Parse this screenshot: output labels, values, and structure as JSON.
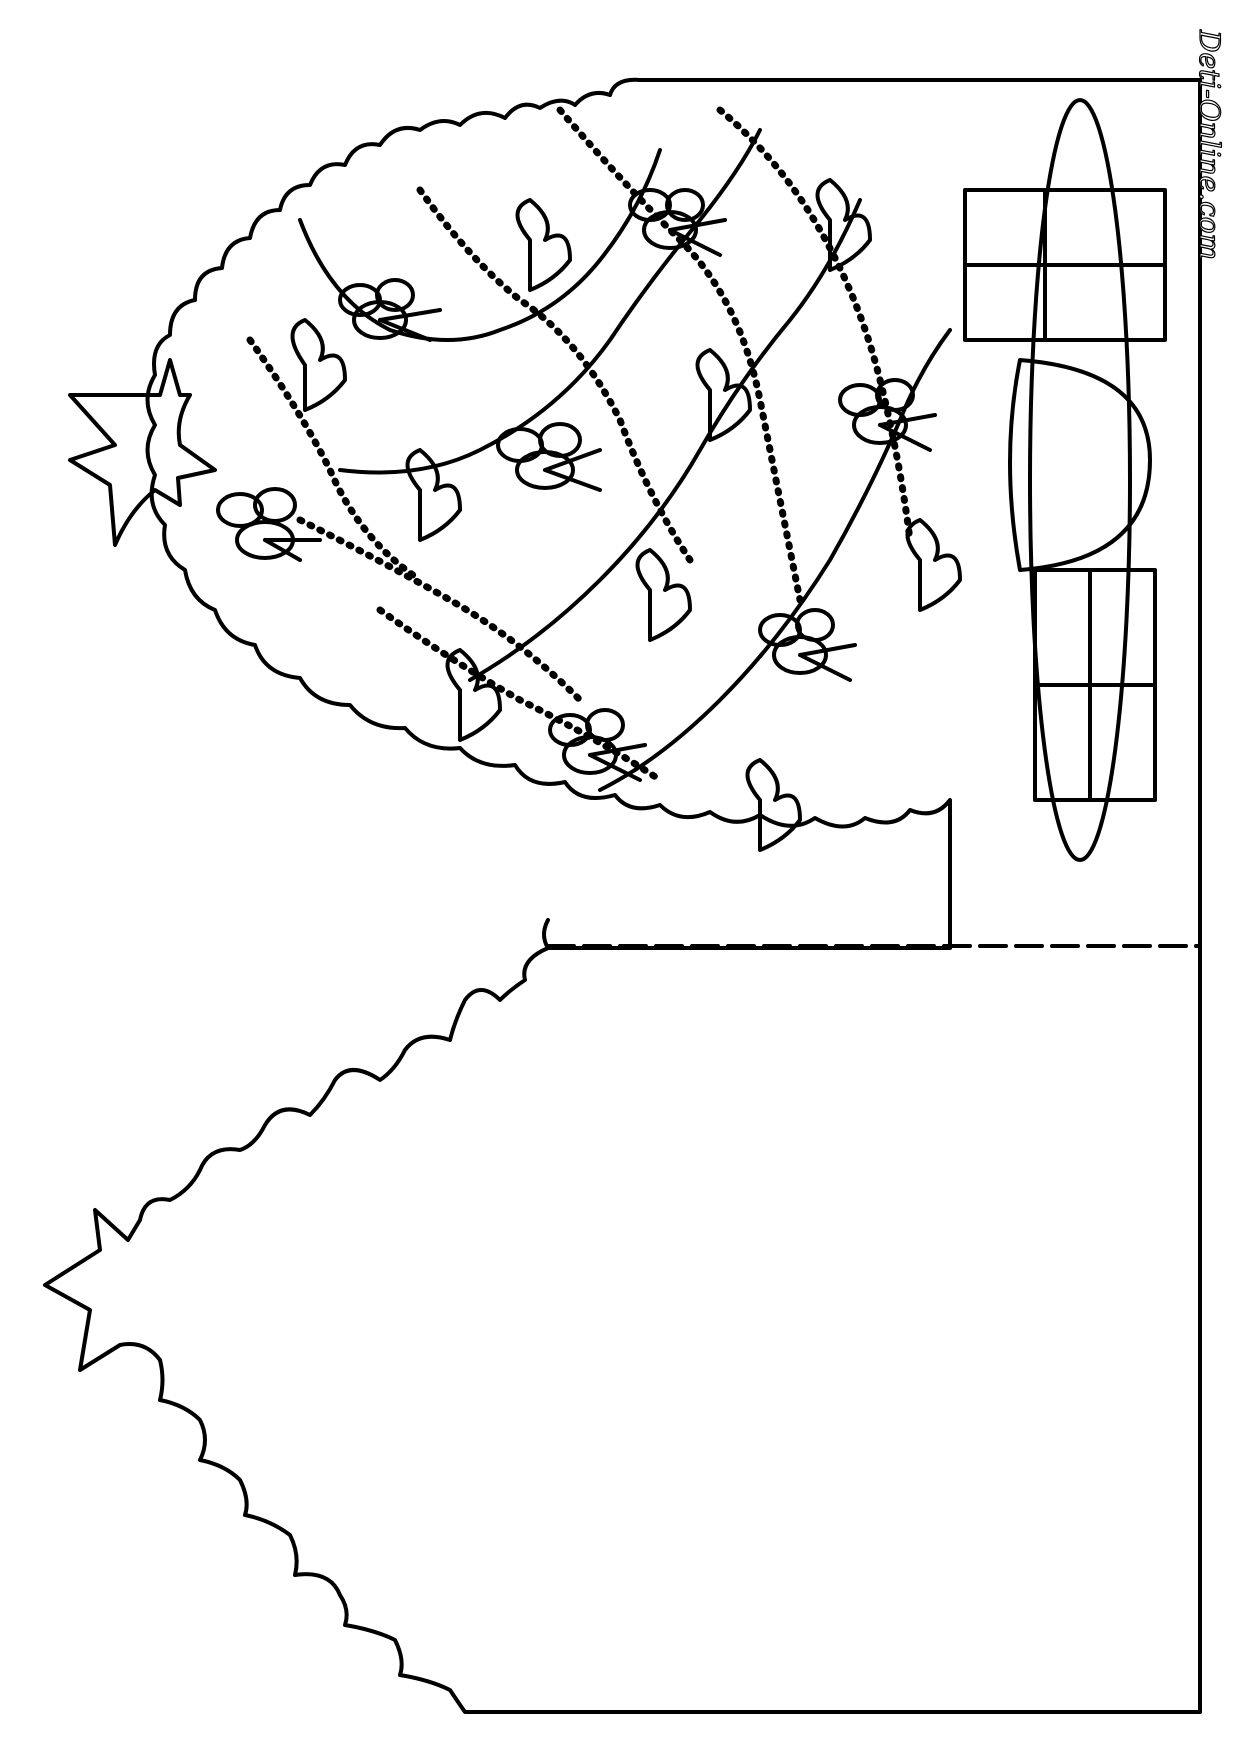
{
  "watermark": {
    "text": "Deti-Online.com"
  },
  "colors": {
    "line": "#000000",
    "paper": "#ffffff"
  },
  "parts": {
    "front_panel": "decorated-tree-panel",
    "back_panel": "blank-tree-cutout",
    "fold_line": "dashed"
  }
}
